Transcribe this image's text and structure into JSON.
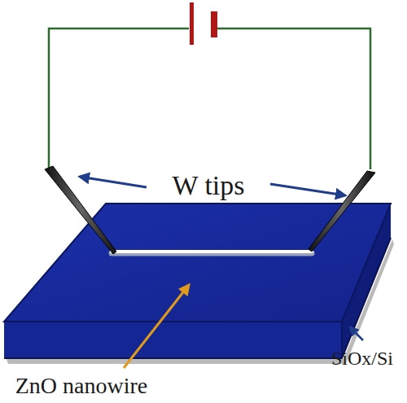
{
  "diagram": {
    "labels": [
      "W tips",
      "ZnO nanowire",
      "SiOx/Si"
    ]
  }
}
